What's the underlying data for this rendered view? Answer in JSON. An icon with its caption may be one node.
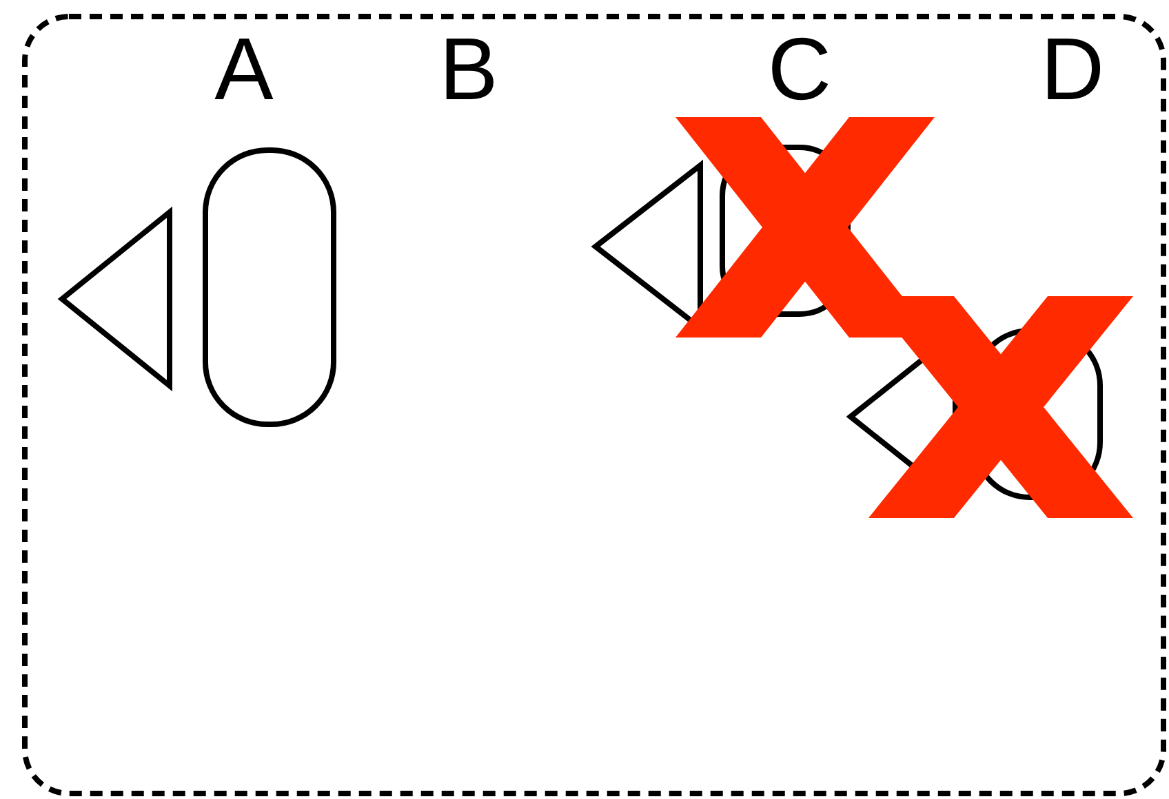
{
  "diagram": {
    "nodes": [
      {
        "text": [],
        "shape": "triangle"
      },
      {
        "text": [],
        "shape": "box"
      },
      {
        "text": [],
        "shape": "triangle"
      },
      {
        "text": [],
        "shape": "box"
      },
      {
        "text": [],
        "shape": "triangle"
      },
      {
        "text": [],
        "shape": "box"
      }
    ],
    "labels": [
      "A",
      "B",
      "C",
      "D"
    ]
  }
}
